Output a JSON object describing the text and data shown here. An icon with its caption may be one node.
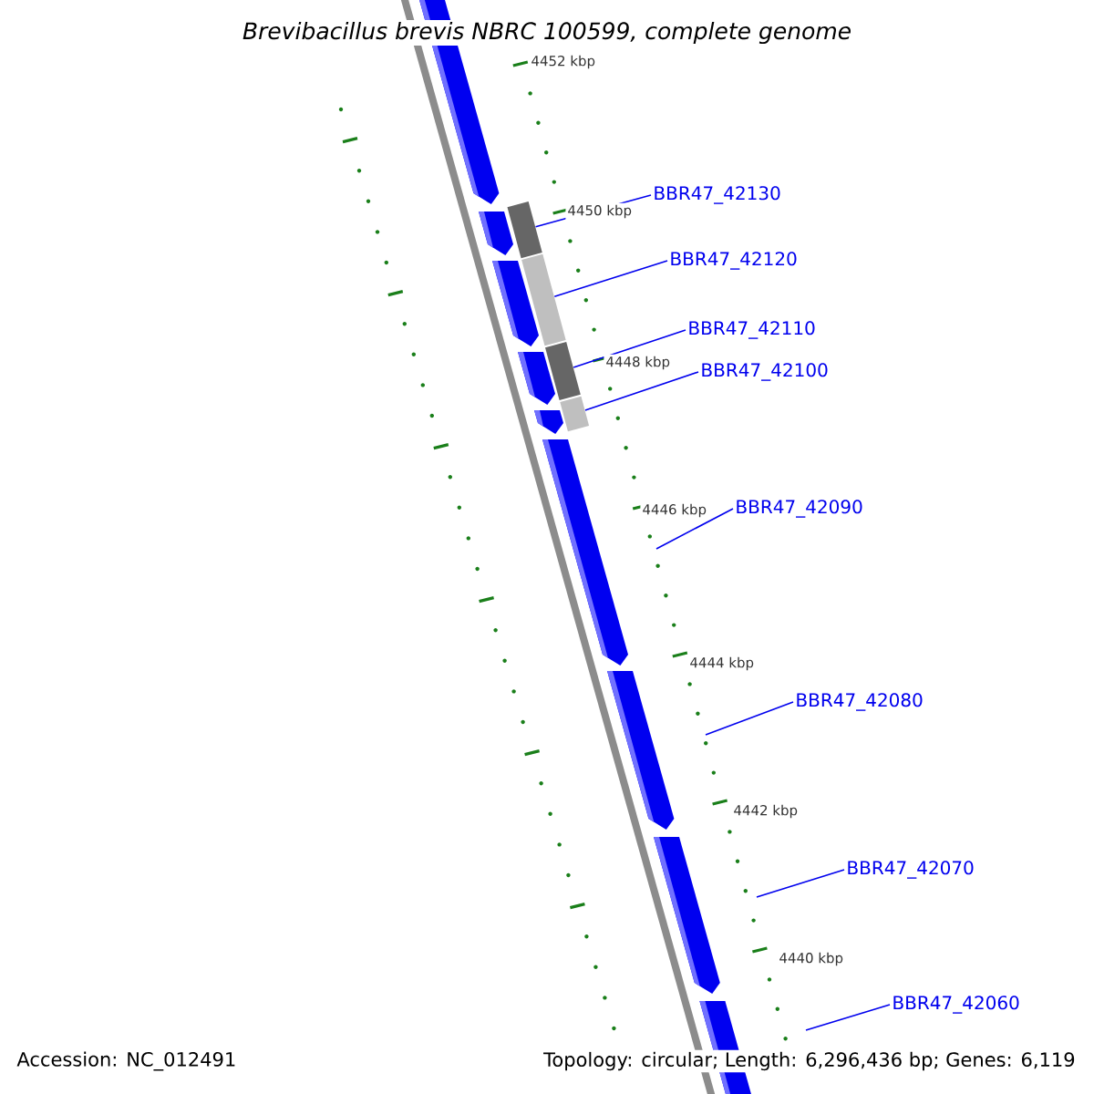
{
  "diagram": {
    "title": "Brevibacillus brevis NBRC 100599, complete genome",
    "nodes": [
      {
        "text": [
          "BBR47_42130"
        ]
      },
      {
        "text": [
          "BBR47_42120"
        ]
      },
      {
        "text": [
          "BBR47_42110"
        ]
      },
      {
        "text": [
          "BBR47_42100"
        ]
      },
      {
        "text": [
          "BBR47_42090"
        ]
      },
      {
        "text": [
          "BBR47_42080"
        ]
      },
      {
        "text": [
          "BBR47_42070"
        ]
      },
      {
        "text": [
          "BBR47_42060"
        ]
      },
      {
        "text": [],
        "shape": "box"
      },
      {
        "text": [],
        "shape": "box"
      },
      {
        "text": [],
        "shape": "box"
      },
      {
        "text": [],
        "shape": "box"
      }
    ],
    "edges": [
      {
        "from": 0,
        "to": 8,
        "arrow": "none"
      },
      {
        "from": 1,
        "to": 9,
        "arrow": "none"
      },
      {
        "from": 2,
        "to": 10,
        "arrow": "none"
      },
      {
        "from": 3,
        "to": 11,
        "arrow": "none"
      },
      {
        "from": 4,
        "to": null,
        "arrow": "none"
      },
      {
        "from": 5,
        "to": null,
        "arrow": "none"
      },
      {
        "from": 6,
        "to": null,
        "arrow": "none"
      },
      {
        "from": 7,
        "to": null,
        "arrow": "none"
      }
    ],
    "labels": [
      "4452 kbp",
      "4450 kbp",
      "4448 kbp",
      "4446 kbp",
      "4444 kbp",
      "4442 kbp",
      "4440 kbp",
      "Accession: NC_012491",
      "Topology: circular; Length: 6,296,436 bp; Genes: 6,119"
    ]
  }
}
